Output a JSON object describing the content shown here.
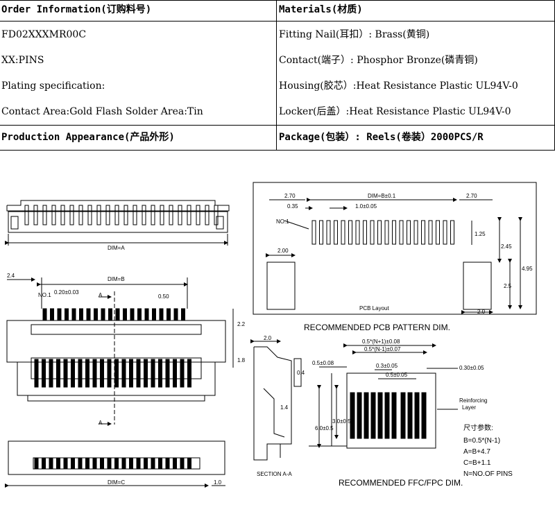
{
  "table": {
    "order_info_header": "Order Information(订购料号)",
    "materials_header": "Materials(材质)",
    "left_rows": [
      "FD02XXXMR00C",
      "XX:PINS",
      "Plating specification:",
      "Contact Area:Gold Flash  Solder Area:Tin"
    ],
    "right_rows": [
      "Fitting Nail(耳扣）: Brass(黄铜)",
      "Contact(端子）: Phosphor Bronze(磷青铜)",
      "Housing(胶芯）:Heat Resistance Plastic UL94V-0",
      "Locker(后盖）:Heat Resistance Plastic UL94V-0"
    ],
    "production_header": "Production Appearance(产品外形)",
    "package_header": "Package(包装）: Reels(卷装）2000PCS/R"
  },
  "drawing": {
    "dim_a": "DIM=A",
    "dim_b": "DIM=B",
    "dim_c": "DIM=C",
    "dim_b_01": "DIM=B±0.1",
    "no1": "NO.1",
    "pitch": "0.20±0.03",
    "d_050": "0.50",
    "d_24": "2.4",
    "d_22": "2.2",
    "d_18": "1.8",
    "d_10": "1.0",
    "d_14": "1.4",
    "d_20": "2.0",
    "d_04": "0.4",
    "sec_a": "A",
    "section_label": "SECTION  A-A",
    "pcb_270l": "2.70",
    "pcb_270r": "2.70",
    "pcb_035": "0.35",
    "pcb_10": "1.0±0.05",
    "pcb_125": "1.25",
    "pcb_200": "2.00",
    "pcb_245": "2.45",
    "pcb_495": "4.95",
    "pcb_25": "2.5",
    "pcb_20": "2.0",
    "pcb_layout": "PCB Layout",
    "pcb_title": "RECOMMENDED PCB PATTERN DIM.",
    "ffc_n1": "0.5*(N+1)±0.08",
    "ffc_nm1": "0.5*(N-1)±0.07",
    "ffc_05": "0.5±0.08",
    "ffc_03": "0.3±0.05",
    "ffc_05b": "0.5±0.05",
    "ffc_030": "0.30±0.05",
    "ffc_60": "6.0±0.5",
    "ffc_30": "3.0±0.5",
    "reinforce_1": "Reinforcing",
    "reinforce_2": "Layer",
    "ffc_title": "RECOMMENDED FFC/FPC DIM.",
    "params_title": "尺寸参数:",
    "param_b": "B=0.5*(N-1)",
    "param_a": "A=B+4.7",
    "param_c": "C=B+1.1",
    "param_n": "N=NO.OF PINS"
  }
}
